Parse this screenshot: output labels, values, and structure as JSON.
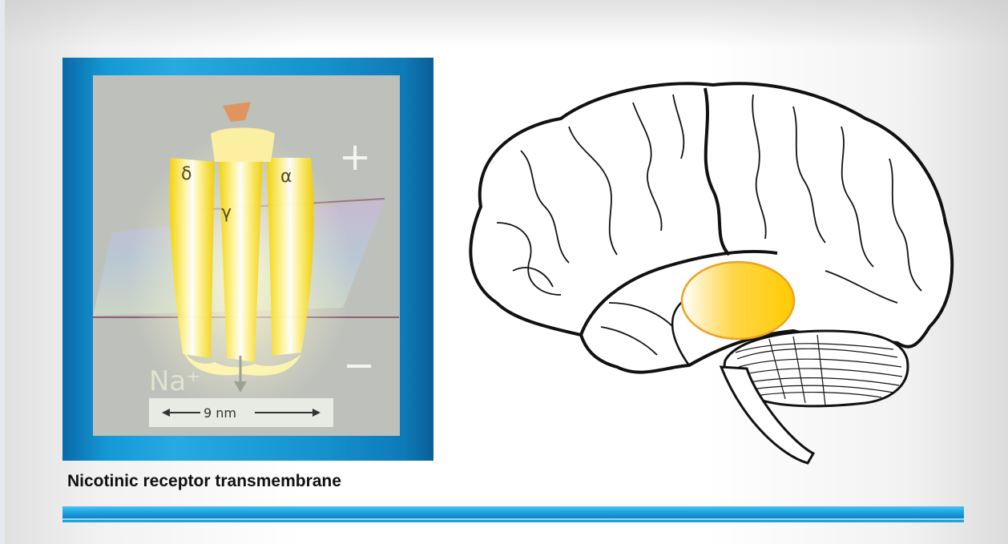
{
  "caption": "Nicotinic receptor transmembrane",
  "receptor_labels": {
    "delta": "δ",
    "gamma": "γ",
    "alpha": "α",
    "plus": "+",
    "minus": "−",
    "ion": "Na⁺",
    "scale": "9 nm"
  },
  "colors": {
    "frame_blue": "#1499d6",
    "divider_blue": "#1fa5e3",
    "highlight_yellow": "#ffcc00",
    "highlight_border": "#f0a020"
  }
}
